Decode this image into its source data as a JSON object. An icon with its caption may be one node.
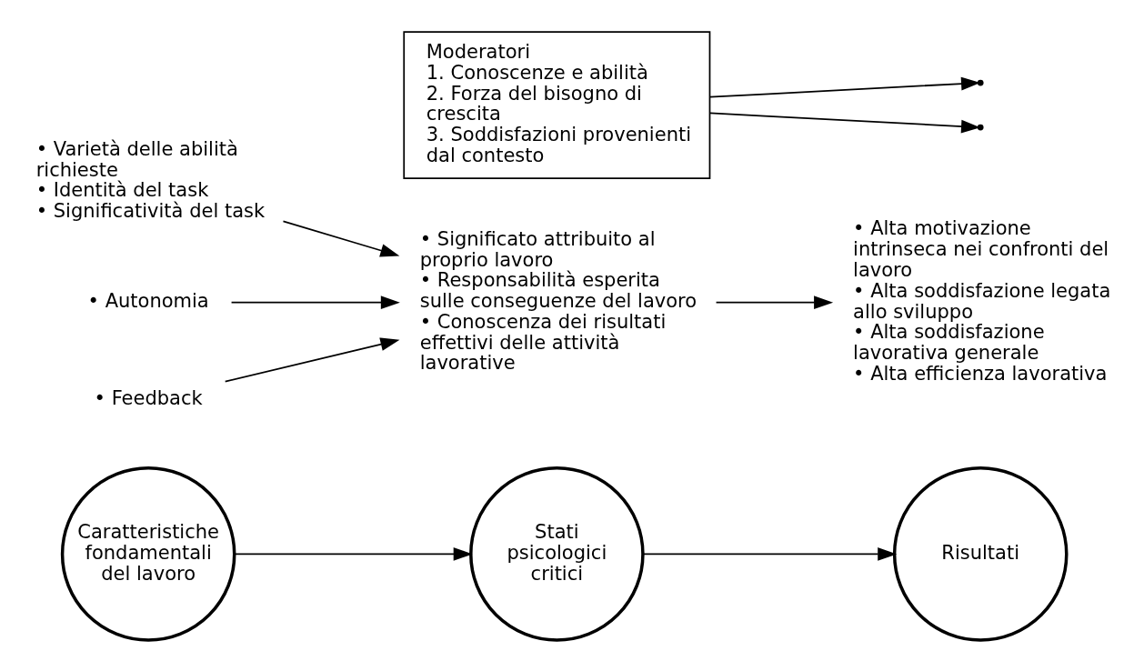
{
  "diagram": {
    "nodes": [
      {
        "text": [
          "Caratteristiche fondamentali del lavoro"
        ]
      },
      {
        "text": [
          "Stati psicologici critici"
        ]
      },
      {
        "text": [
          "Risultati"
        ]
      },
      {
        "text": [
          "• Varietà delle abilità richieste",
          "• Identità del task",
          "• Significatività del task"
        ]
      },
      {
        "text": [
          "• Autonomia"
        ]
      },
      {
        "text": [
          "• Feedback"
        ]
      },
      {
        "text": [
          "• Significato attribuito al proprio lavoro",
          "• Responsabilità esperita sulle conseguenze del lavoro",
          "• Conoscenza dei risultati effettivi delle attività lavorative"
        ]
      },
      {
        "text": [
          "• Alta motivazione intrinseca nei confronti del lavoro",
          "• Alta soddisfazione legata allo sviluppo",
          "• Alta soddisfazione lavorativa generale",
          "• Alta efficienza lavorativa"
        ]
      },
      {
        "text": [
          "Moderatori",
          "1. Conoscenze e abilità",
          "2. Forza del bisogno di crescita",
          "3. Soddisfazioni provenienti dal contesto"
        ]
      }
    ],
    "edges": [
      {
        "from": 0,
        "to": 1,
        "arrow": "to"
      },
      {
        "from": 1,
        "to": 2,
        "arrow": "to"
      },
      {
        "from": 3,
        "to": 6,
        "arrow": "to"
      },
      {
        "from": 4,
        "to": 6,
        "arrow": "to"
      },
      {
        "from": 5,
        "to": 6,
        "arrow": "to"
      },
      {
        "from": 6,
        "to": 7,
        "arrow": "to"
      },
      {
        "from": 8,
        "to": null,
        "arrow": "to"
      },
      {
        "from": 8,
        "to": null,
        "arrow": "to"
      }
    ]
  }
}
